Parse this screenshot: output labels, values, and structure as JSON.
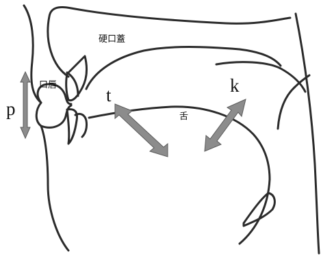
{
  "labels": {
    "hard_palate": "硬口蓋",
    "lips": "口唇",
    "tongue": "舌",
    "p": "p",
    "t": "t",
    "k": "k"
  },
  "colors": {
    "line": "#2b2b2b",
    "arrow_fill": "#8c8c8c",
    "arrow_stroke": "#5a5a5a"
  }
}
